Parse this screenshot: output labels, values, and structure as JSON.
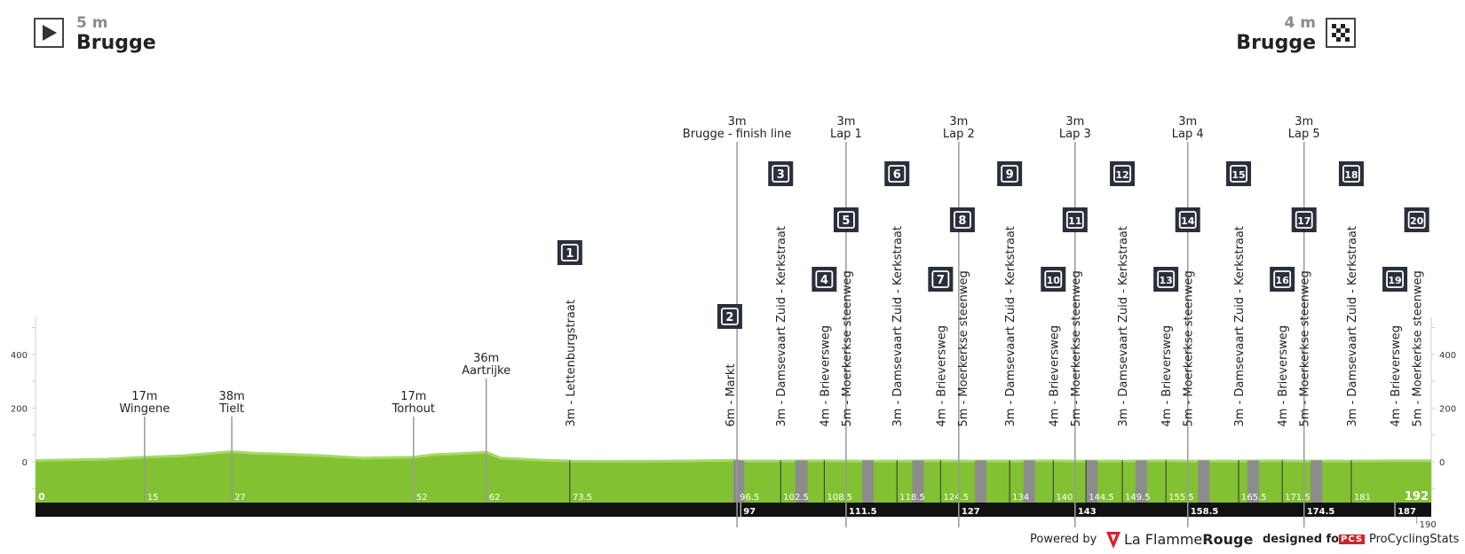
{
  "start": {
    "altitude": "5 m",
    "city": "Brugge"
  },
  "finish": {
    "altitude": "4 m",
    "city": "Brugge"
  },
  "chart_data": {
    "type": "area",
    "xlim": [
      0,
      192
    ],
    "ylim": [
      -150,
      560
    ],
    "yticks": [
      400,
      200,
      0
    ],
    "profile": [
      [
        0,
        5
      ],
      [
        10,
        10
      ],
      [
        15,
        17
      ],
      [
        20,
        22
      ],
      [
        27,
        38
      ],
      [
        30,
        32
      ],
      [
        35,
        28
      ],
      [
        40,
        22
      ],
      [
        45,
        14
      ],
      [
        52,
        17
      ],
      [
        55,
        27
      ],
      [
        58,
        30
      ],
      [
        62,
        36
      ],
      [
        64,
        14
      ],
      [
        70,
        6
      ],
      [
        73.5,
        3
      ],
      [
        80,
        2
      ],
      [
        88,
        3
      ],
      [
        96.5,
        6
      ],
      [
        97,
        3
      ],
      [
        102.5,
        3
      ],
      [
        108.5,
        4
      ],
      [
        111.5,
        3
      ],
      [
        118.5,
        3
      ],
      [
        124.5,
        4
      ],
      [
        127,
        3
      ],
      [
        134,
        3
      ],
      [
        140,
        4
      ],
      [
        143,
        3
      ],
      [
        149.5,
        3
      ],
      [
        155.5,
        4
      ],
      [
        158.5,
        3
      ],
      [
        165.5,
        3
      ],
      [
        171.5,
        4
      ],
      [
        174.5,
        3
      ],
      [
        181,
        3
      ],
      [
        187,
        4
      ],
      [
        192,
        4
      ]
    ],
    "cobbles": [
      [
        96,
        97.5
      ],
      [
        104.5,
        106.2
      ],
      [
        113.7,
        115.3
      ],
      [
        120.6,
        122.2
      ],
      [
        129.2,
        130.8
      ],
      [
        135.9,
        137.5
      ],
      [
        144.5,
        146.1
      ],
      [
        151.3,
        152.9
      ],
      [
        159.9,
        161.5
      ],
      [
        166.7,
        168.3
      ],
      [
        175.4,
        177
      ]
    ],
    "ticks": [
      {
        "x": 15,
        "label": "15",
        "level": "upper"
      },
      {
        "x": 27,
        "label": "27",
        "level": "upper"
      },
      {
        "x": 52,
        "label": "52",
        "level": "upper"
      },
      {
        "x": 62,
        "label": "62",
        "level": "upper"
      },
      {
        "x": 73.5,
        "label": "73.5",
        "level": "upper"
      },
      {
        "x": 96.5,
        "label": "96.5",
        "level": "upper"
      },
      {
        "x": 102.5,
        "label": "102.5",
        "level": "upper"
      },
      {
        "x": 108.5,
        "label": "108.5",
        "level": "upper"
      },
      {
        "x": 118.5,
        "label": "118.5",
        "level": "upper"
      },
      {
        "x": 124.5,
        "label": "124.5",
        "level": "upper"
      },
      {
        "x": 134,
        "label": "134",
        "level": "upper"
      },
      {
        "x": 140,
        "label": "140",
        "level": "upper"
      },
      {
        "x": 144.5,
        "label": "144.5",
        "level": "upper"
      },
      {
        "x": 149.5,
        "label": "149.5",
        "level": "upper"
      },
      {
        "x": 155.5,
        "label": "155.5",
        "level": "upper"
      },
      {
        "x": 165.5,
        "label": "165.5",
        "level": "upper"
      },
      {
        "x": 171.5,
        "label": "171.5",
        "level": "upper"
      },
      {
        "x": 181,
        "label": "181",
        "level": "upper"
      },
      {
        "x": 97,
        "label": "97",
        "level": "lower"
      },
      {
        "x": 111.5,
        "label": "111.5",
        "level": "lower"
      },
      {
        "x": 127,
        "label": "127",
        "level": "lower"
      },
      {
        "x": 143,
        "label": "143",
        "level": "lower"
      },
      {
        "x": 158.5,
        "label": "158.5",
        "level": "lower"
      },
      {
        "x": 174.5,
        "label": "174.5",
        "level": "lower"
      },
      {
        "x": 187,
        "label": "187",
        "level": "lower"
      },
      {
        "x": 190,
        "label": "190",
        "level": "below"
      }
    ],
    "start_km_label": "0",
    "end_km_label": "192",
    "places": [
      {
        "x": 15,
        "alt": "17m",
        "name": "Wingene",
        "top": "low"
      },
      {
        "x": 27,
        "alt": "38m",
        "name": "Tielt",
        "top": "low"
      },
      {
        "x": 52,
        "alt": "17m",
        "name": "Torhout",
        "top": "low"
      },
      {
        "x": 62,
        "alt": "36m",
        "name": "Aartrijke",
        "top": "mid"
      },
      {
        "x": 96.5,
        "alt": "3m",
        "name": "Brugge - finish line",
        "top": "high"
      },
      {
        "x": 111.5,
        "alt": "3m",
        "name": "Lap 1",
        "top": "high"
      },
      {
        "x": 127,
        "alt": "3m",
        "name": "Lap 2",
        "top": "high"
      },
      {
        "x": 143,
        "alt": "3m",
        "name": "Lap 3",
        "top": "high"
      },
      {
        "x": 158.5,
        "alt": "3m",
        "name": "Lap 4",
        "top": "high"
      },
      {
        "x": 174.5,
        "alt": "3m",
        "name": "Lap 5",
        "top": "high"
      }
    ],
    "sectors": [
      {
        "x": 73.5,
        "num": "1",
        "text": "3m - Lettenburgstraat",
        "row": "a"
      },
      {
        "x": 95.5,
        "num": "2",
        "text": "6m - Markt",
        "row": "b"
      },
      {
        "x": 102.5,
        "num": "3",
        "text": "3m - Damsevaart Zuid - Kerkstraat",
        "row": "c"
      },
      {
        "x": 108.5,
        "num": "4",
        "text": "4m - Brieversweg",
        "row": "d"
      },
      {
        "x": 111.5,
        "num": "5",
        "text": "5m - Moerkerkse steenweg",
        "row": "e"
      },
      {
        "x": 118.5,
        "num": "6",
        "text": "3m - Damsevaart Zuid - Kerkstraat",
        "row": "c"
      },
      {
        "x": 124.5,
        "num": "7",
        "text": "4m - Brieversweg",
        "row": "d"
      },
      {
        "x": 127.5,
        "num": "8",
        "text": "5m - Moerkerkse steenweg",
        "row": "e"
      },
      {
        "x": 134,
        "num": "9",
        "text": "3m - Damsevaart Zuid - Kerkstraat",
        "row": "c"
      },
      {
        "x": 140,
        "num": "10",
        "text": "4m - Brieversweg",
        "row": "d"
      },
      {
        "x": 143,
        "num": "11",
        "text": "5m - Moerkerkse steenweg",
        "row": "e"
      },
      {
        "x": 149.5,
        "num": "12",
        "text": "3m - Damsevaart Zuid - Kerkstraat",
        "row": "c"
      },
      {
        "x": 155.5,
        "num": "13",
        "text": "4m - Brieversweg",
        "row": "d"
      },
      {
        "x": 158.5,
        "num": "14",
        "text": "5m - Moerkerkse steenweg",
        "row": "e"
      },
      {
        "x": 165.5,
        "num": "15",
        "text": "3m - Damsevaart Zuid - Kerkstraat",
        "row": "c"
      },
      {
        "x": 171.5,
        "num": "16",
        "text": "4m - Brieversweg",
        "row": "d"
      },
      {
        "x": 174.5,
        "num": "17",
        "text": "5m - Moerkerkse steenweg",
        "row": "e"
      },
      {
        "x": 181,
        "num": "18",
        "text": "3m - Damsevaart Zuid - Kerkstraat",
        "row": "c"
      },
      {
        "x": 187,
        "num": "19",
        "text": "4m - Brieversweg",
        "row": "d"
      },
      {
        "x": 190,
        "num": "20",
        "text": "5m - Moerkerkse steenweg",
        "row": "e"
      }
    ],
    "colors": {
      "fill": "#82c232",
      "fill_top": "#a6d86a",
      "cobble": "#8c8c8c",
      "bar": "#111111",
      "badge": "#2a2f3a",
      "tick_text": "#ffffff"
    }
  },
  "footer": {
    "powered_by": "Powered by",
    "brand_la": "La Flamme",
    "brand_rouge": "Rouge",
    "designed_for": "designed for",
    "pcs_logo": "PCS",
    "pcs_name": "ProCyclingStats"
  }
}
